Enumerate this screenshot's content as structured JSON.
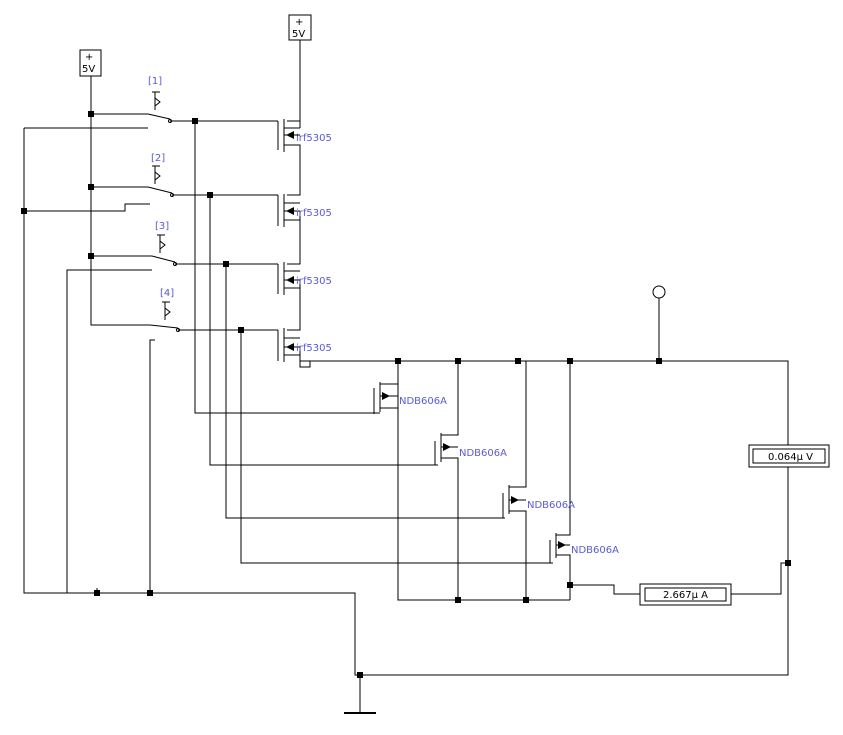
{
  "sources": [
    {
      "id": "vcc-left",
      "plus": "+",
      "label": "5V"
    },
    {
      "id": "vcc-top",
      "plus": "+",
      "label": "5V"
    }
  ],
  "switches": [
    {
      "label": "[1]"
    },
    {
      "label": "[2]"
    },
    {
      "label": "[3]"
    },
    {
      "label": "[4]"
    }
  ],
  "pmos": [
    {
      "label": "irf5305"
    },
    {
      "label": "irf5305"
    },
    {
      "label": "irf5305"
    },
    {
      "label": "irf5305"
    }
  ],
  "nmos": [
    {
      "label": "NDB606A"
    },
    {
      "label": "NDB606A"
    },
    {
      "label": "NDB606A"
    },
    {
      "label": "NDB606A"
    }
  ],
  "voltmeter": {
    "reading": "0.064μ  V"
  },
  "ammeter": {
    "reading": "2.667μ  A"
  },
  "colors": {
    "wire": "#000000",
    "label": "#5a5ad6",
    "background": "#ffffff"
  }
}
